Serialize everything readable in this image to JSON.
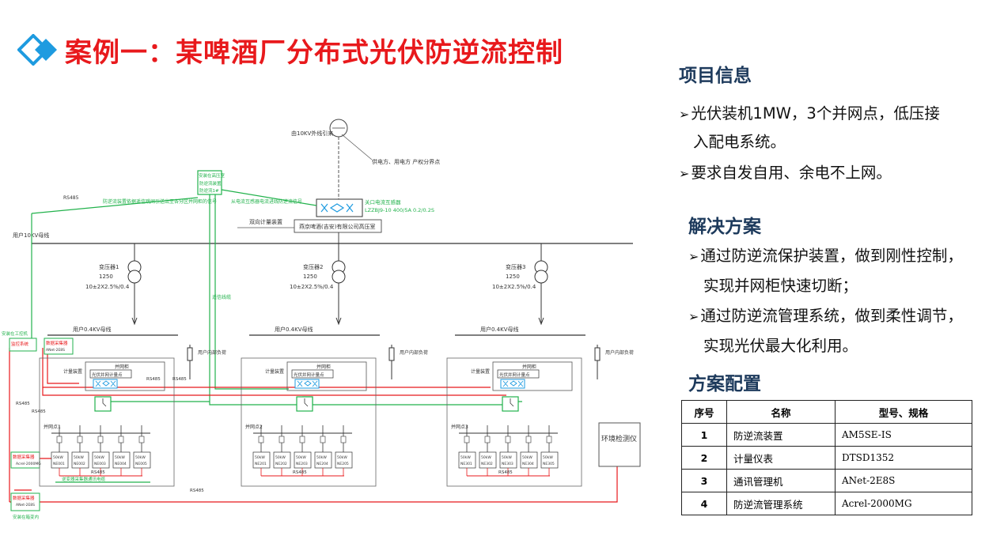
{
  "title": "案例一：某啤酒厂分布式光伏防逆流控制",
  "icons": {
    "title": "double-diamond-icon"
  },
  "colors": {
    "title": "#e8191c",
    "heading": "#1d3a5c",
    "wire_red": "#e8191c",
    "wire_green": "#22b24c"
  },
  "project": {
    "heading": "项目信息",
    "bullets": [
      "光伏装机1MW，3个并网点，低压接",
      "入配电系统。",
      "要求自发自用、余电不上网。"
    ]
  },
  "solution": {
    "heading": "解决方案",
    "bullets": [
      "通过防逆流保护装置，做到刚性控制，",
      "实现并网柜快速切断；",
      "通过防逆流管理系统，做到柔性调节，",
      "实现光伏最大化利用。"
    ]
  },
  "config": {
    "heading": "方案配置",
    "headers": [
      "序号",
      "名称",
      "型号、规格"
    ],
    "rows": [
      [
        "1",
        "防逆流装置",
        "AM5SE-IS"
      ],
      [
        "2",
        "计量仪表",
        "DTSD1352"
      ],
      [
        "3",
        "通讯管理机",
        "ANet-2E8S"
      ],
      [
        "4",
        "防逆流管理系统",
        "Acrel-2000MG"
      ]
    ]
  },
  "diagram": {
    "source": "由10KV外线引来",
    "boundary": "供电方、用电方 产权分界点",
    "guard": [
      "安装在高压室",
      "防逆流装置",
      "防逆流1#"
    ],
    "signal": "防逆流装置依据遥信跳闸引送出至各分区并网柜的信号",
    "ct_signal": "从电流互感器电流进线防逆流信号",
    "meter_dev": "关口电流互感器",
    "meter_spec": "LZZBJ9-10 400/5A 0.2/0.2S",
    "bidir": "双向计量装置",
    "substation": "燕京啤酒(吉安)有限公司高压室",
    "bus_10kv": "用户10KV母线",
    "transformers": [
      {
        "name": "变压器1",
        "cap": "1250",
        "ratio": "10±2X2.5%/0.4"
      },
      {
        "name": "变压器2",
        "cap": "1250",
        "ratio": "10±2X2.5%/0.4"
      },
      {
        "name": "变压器3",
        "cap": "1250",
        "ratio": "10±2X2.5%/0.4"
      }
    ],
    "bus_04kv": "用户0.4KV母线",
    "load": "用户内部负荷",
    "cabinet": "并网柜",
    "metering": "计量装置",
    "switch": "光伏并网计量点",
    "grid_points": [
      "并网点1",
      "并网点2",
      "并网点3"
    ],
    "inverters": [
      [
        "50kW NE001",
        "50kW NE002",
        "50kW NE003",
        "50kW NE004",
        "50kW NE005"
      ],
      [
        "50kW NE201",
        "50kW NE202",
        "50kW NE203",
        "50kW NE204",
        "50kW NE205"
      ],
      [
        "50kW NE301",
        "50kW NE302",
        "50kW NE303",
        "50kW NE304",
        "50kW NE305"
      ]
    ],
    "rs485": "RS485",
    "comm_station": "安装在工控机",
    "monitor": "监控系统",
    "monitor_model": "Acrel-2000MG",
    "collector": "数据采集器",
    "collector_model": "ANet-2E8S",
    "install_box": "安装在箱变内",
    "cable_note": "遥信线缆",
    "inv_note": "逆变器采集器通讯电缆",
    "env": "环境检测仪"
  }
}
